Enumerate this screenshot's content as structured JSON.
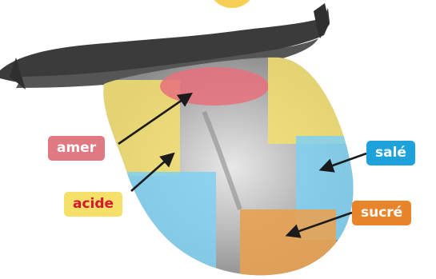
{
  "labels": {
    "amer": {
      "text": "amer",
      "bg": "#e07a82",
      "fg": "#ffffff"
    },
    "acide": {
      "text": "acide",
      "bg": "#f5e06a",
      "fg": "#d8172d"
    },
    "sale": {
      "text": "salé",
      "bg": "#1da2dc",
      "fg": "#ffffff"
    },
    "sucre": {
      "text": "sucré",
      "bg": "#e8852a",
      "fg": "#ffffff"
    }
  },
  "zones": {
    "amer": "#e8707c",
    "acide": "#f2df6e",
    "sale": "#7fd0f2",
    "sucre": "#e7a253",
    "center": "#a9a9a9",
    "lips": "#3a3a3a"
  }
}
